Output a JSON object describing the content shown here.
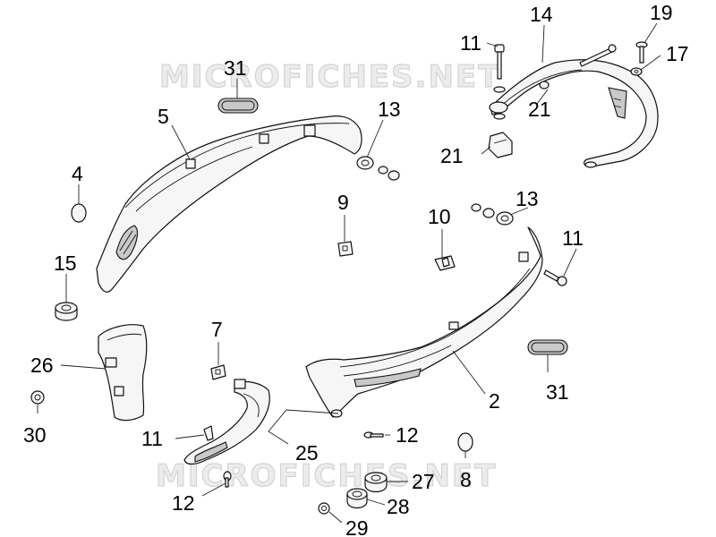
{
  "watermarks": [
    "MICROFICHES.NET",
    "MICROFICHES.NET"
  ],
  "callouts": {
    "c14": "14",
    "c19": "19",
    "c11a": "11",
    "c17": "17",
    "c31a": "31",
    "c13a": "13",
    "c5": "5",
    "c21a": "21",
    "c21b": "21",
    "c4": "4",
    "c9": "9",
    "c10": "10",
    "c13b": "13",
    "c11b": "11",
    "c15": "15",
    "c7": "7",
    "c26": "26",
    "c2": "2",
    "c31b": "31",
    "c30": "30",
    "c11c": "11",
    "c12a": "12",
    "c25": "25",
    "c8": "8",
    "c27": "27",
    "c12b": "12",
    "c28": "28",
    "c29": "29"
  }
}
